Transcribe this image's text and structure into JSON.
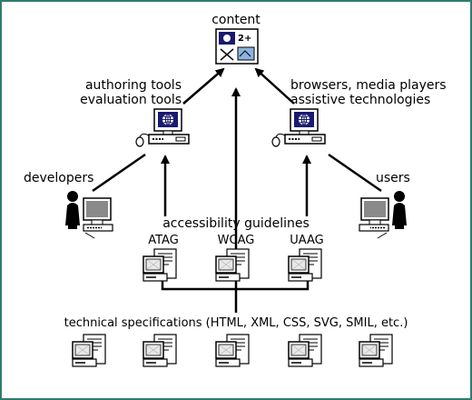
{
  "labels": {
    "content": "content",
    "authoring_1": "authoring tools",
    "authoring_2": "evaluation tools",
    "browsers_1": "browsers, media players",
    "browsers_2": "assistive technologies",
    "developers": "developers",
    "users": "users",
    "guidelines": "accessibility guidelines",
    "atag": "ATAG",
    "wcag": "WCAG",
    "uaag": "UAAG",
    "techspec": "technical specifications (HTML, XML, CSS, SVG, SMIL, etc.)"
  },
  "icons": {
    "content": "content-collage-icon",
    "authoring_computer": "desktop-computer-icon",
    "browser_computer": "desktop-computer-icon",
    "developer": "person-at-computer-icon",
    "user": "person-at-computer-icon",
    "document": "document-icon"
  },
  "colors": {
    "frame_border": "#2e7d6b",
    "lines": "#000000",
    "monitor_screen": "#1a1a6e",
    "globe": "#ffffff"
  }
}
